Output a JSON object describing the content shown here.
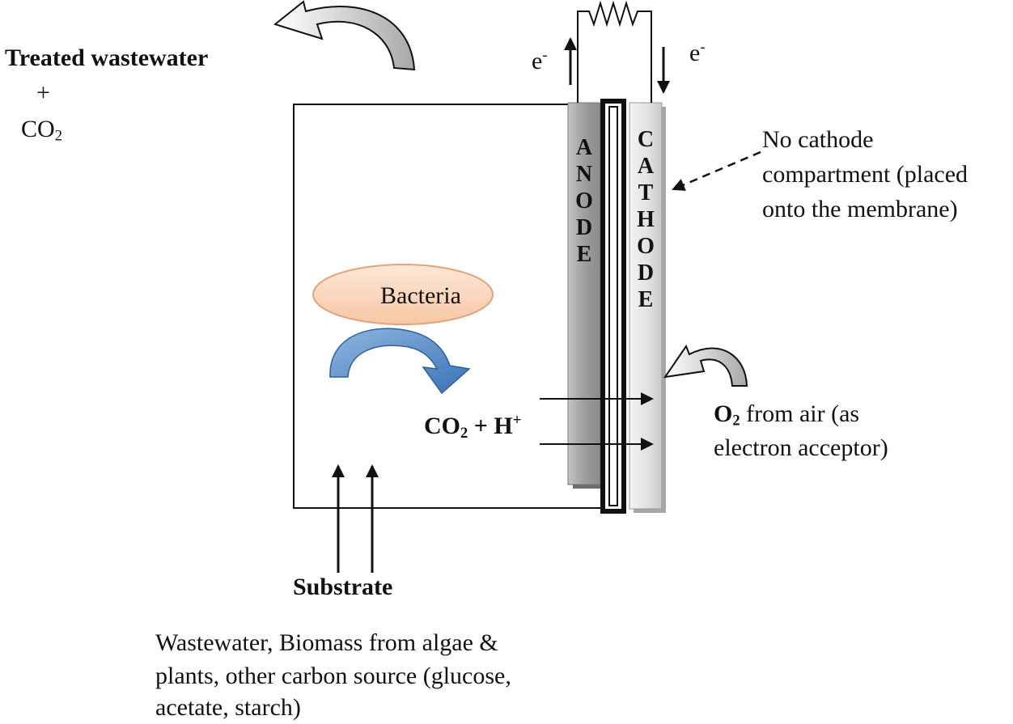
{
  "treated": {
    "title": "Treated wastewater",
    "plus": "+",
    "co2_base": "CO",
    "co2_sub": "2"
  },
  "electrons": {
    "left_base": "e",
    "left_sup": "-",
    "right_base": "e",
    "right_sup": "-"
  },
  "anode": {
    "letters": [
      "A",
      "N",
      "O",
      "D",
      "E"
    ]
  },
  "cathode": {
    "letters": [
      "C",
      "A",
      "T",
      "H",
      "O",
      "D",
      "E"
    ]
  },
  "cathode_note": {
    "line1": "No cathode",
    "line2": "compartment (placed",
    "line3": "onto the membrane)"
  },
  "bacteria": {
    "label": "Bacteria"
  },
  "products": {
    "co2_base": "CO",
    "co2_sub": "2",
    "plus_h": " + H",
    "h_sup": "+"
  },
  "oxygen": {
    "o2_base": "O",
    "o2_sub": "2",
    "line1_rest": " from air (as",
    "line2": "electron acceptor)"
  },
  "substrate": {
    "title": "Substrate",
    "line1": "Wastewater, Biomass from algae &",
    "line2": "plants, other carbon source (glucose,",
    "line3": "acetate, starch)"
  },
  "colors": {
    "anode": "#a9a9a9",
    "cathode": "#e4e4e4",
    "bacteria_fill": "#fbd9c0",
    "bacteria_stroke": "#e8a070",
    "blue_arrow": "#4f86c2"
  }
}
